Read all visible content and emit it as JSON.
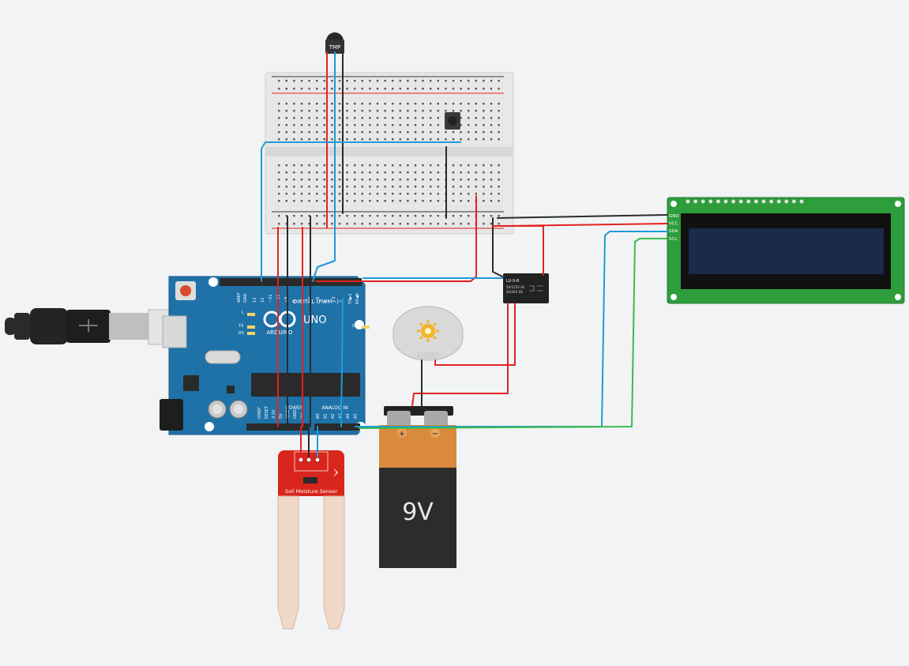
{
  "canvas": {
    "background": "#f1f3f5"
  },
  "colors": {
    "wire_red": "#e32222",
    "wire_black": "#2b2b2b",
    "wire_blue": "#1e9bd7",
    "wire_green": "#3dbb4a",
    "breadboard": "#e6e6e6",
    "arduino": "#1f72a8",
    "lcd_board": "#2e9d3c",
    "lcd_screen": "#1c2a4a",
    "relay": "#222222",
    "sensor": "#d9261c",
    "battery_top": "#d98a3d",
    "battery_body": "#2c2c2c"
  },
  "components": {
    "tmp_sensor": {
      "label": "TMP"
    },
    "breadboard": {
      "icon": "breadboard-icon"
    },
    "arduino": {
      "brand": "ARDUINO",
      "model": "UNO",
      "digital_label": "DIGITAL (PWM~)",
      "analog_label": "ANALOG IN",
      "power_label": "POWER",
      "aref": "AREF",
      "gnd": "GND",
      "tx_label": "TX",
      "rx_label": "RX",
      "l_label": "L",
      "on_label": "ON",
      "tx1": "TX▶1",
      "rx0": "RX◀0",
      "pins_digital": [
        "13",
        "12",
        "~11",
        "~10",
        "~9",
        "8",
        "7",
        "~6",
        "~5",
        "4",
        "~3",
        "2"
      ],
      "pins_analog": [
        "A0",
        "A1",
        "A2",
        "A3",
        "A4",
        "A5"
      ],
      "pins_power": [
        "IOREF",
        "RESET",
        "3.3V",
        "5V",
        "GND",
        "GND",
        "Vin"
      ]
    },
    "lcd": {
      "pins": [
        "GND",
        "VCC",
        "SDA",
        "SCL"
      ]
    },
    "relay": {
      "title": "LU-5-R",
      "line1": "5A/125V AC",
      "line2": "5A/24V DC"
    },
    "motor": {
      "icon": "dc-motor-icon"
    },
    "battery": {
      "label": "9V",
      "plus": "+",
      "minus": "−"
    },
    "soil_sensor": {
      "label": "Soil Moisture Sensor"
    },
    "usb": {
      "icon": "usb-cable-icon"
    }
  }
}
